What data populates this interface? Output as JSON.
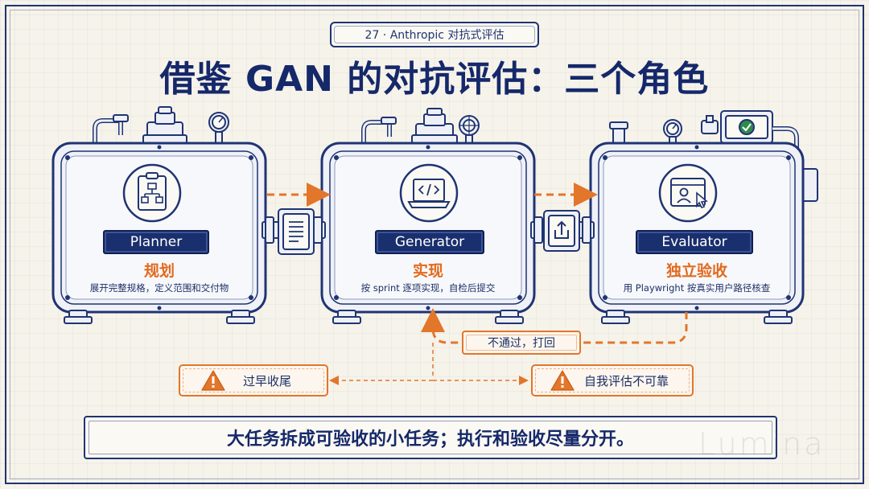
{
  "header": {
    "tag": "27 · Anthropic 对抗式评估",
    "title": "借鉴 GAN 的对抗评估：三个角色"
  },
  "roles": [
    {
      "name": "Planner",
      "title": "规划",
      "desc": "展开完整规格，定义范围和交付物",
      "icon": "clipboard-flowchart-icon"
    },
    {
      "name": "Generator",
      "title": "实现",
      "desc": "按 sprint 逐项实现，自检后提交",
      "icon": "laptop-code-icon"
    },
    {
      "name": "Evaluator",
      "title": "独立验收",
      "desc": "用 Playwright 按真实用户路径核查",
      "icon": "browser-user-icon"
    }
  ],
  "feedback": {
    "label": "不通过，打回"
  },
  "warnings": [
    {
      "label": "过早收尾",
      "icon": "warning-icon"
    },
    {
      "label": "自我评估不可靠",
      "icon": "warning-icon"
    }
  ],
  "summary": "大任务拆成可验收的小任务；执行和验收尽量分开。",
  "watermark": "Lumina",
  "colors": {
    "navy": "#1a2f6d",
    "orange": "#e26a1d",
    "background": "#f6f3ea"
  }
}
